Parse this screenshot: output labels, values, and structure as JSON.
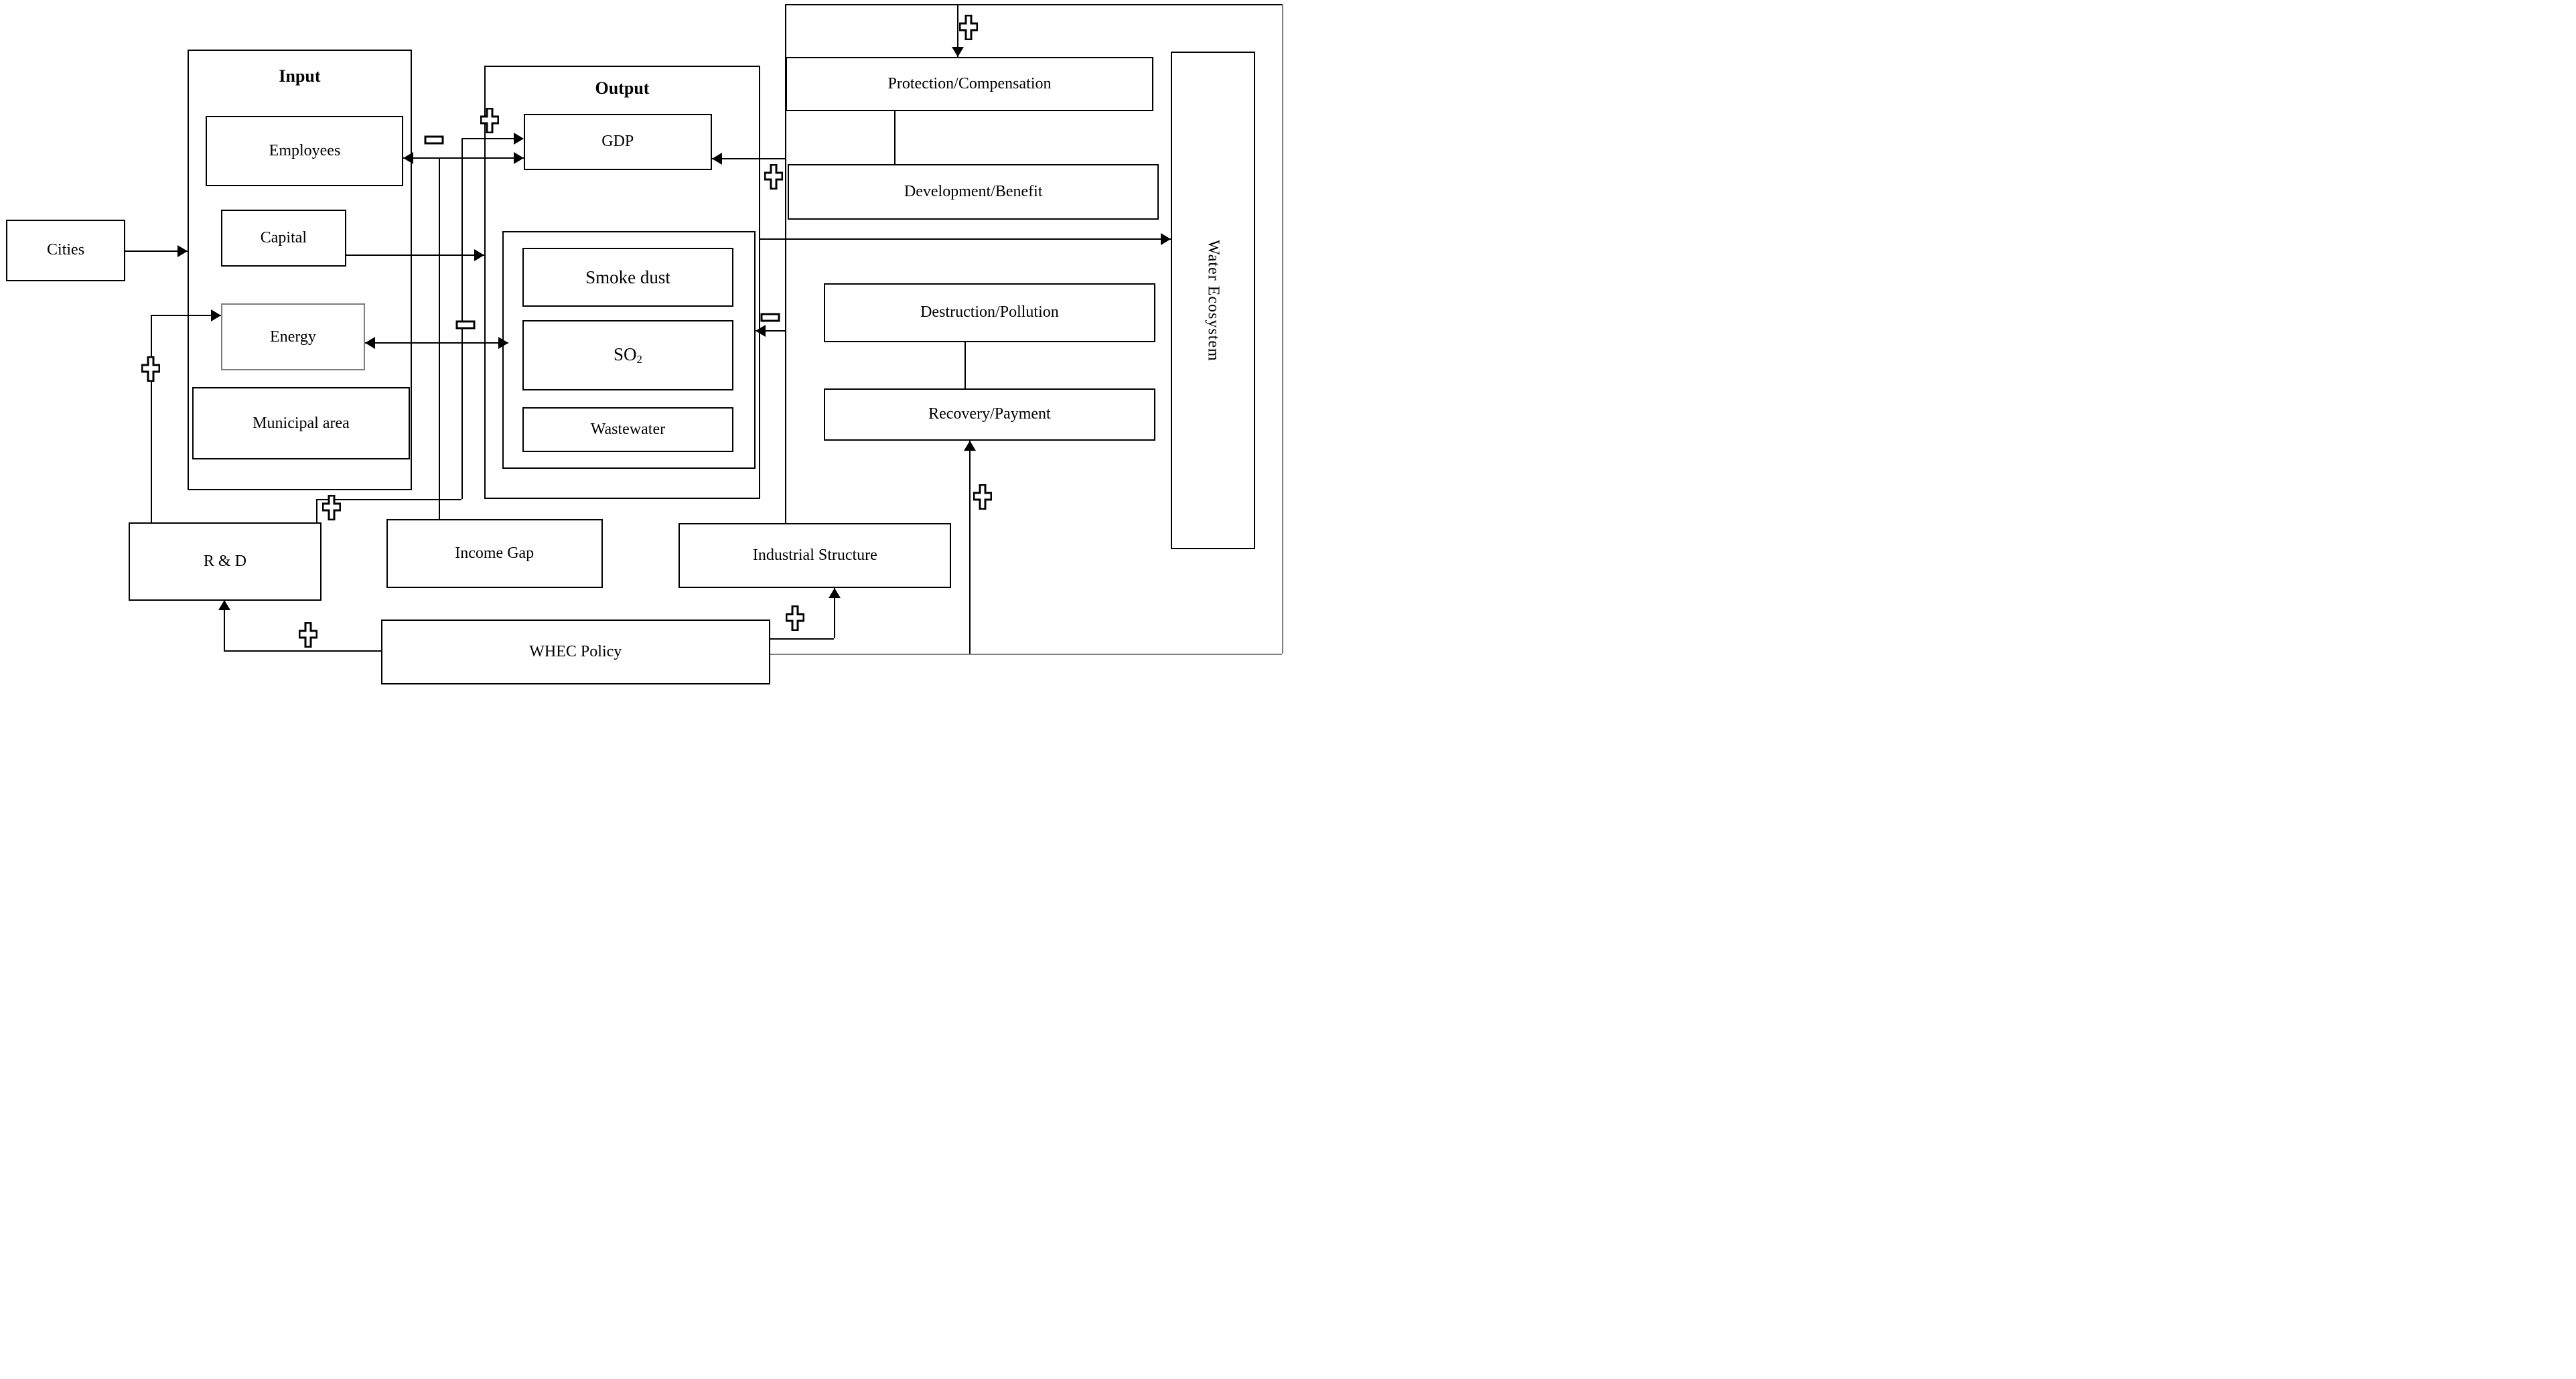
{
  "diagram_title": "WHEC Policy water ecosystem causal diagram",
  "nodes": {
    "cities": "Cities",
    "input_title": "Input",
    "employees": "Employees",
    "capital": "Capital",
    "energy": "Energy",
    "municipal": "Municipal area",
    "output_title": "Output",
    "gdp": "GDP",
    "smoke": "Smoke dust",
    "so2_base": "SO",
    "so2_sub": "2",
    "wastewater": "Wastewater",
    "protection": "Protection/Compensation",
    "development": "Development/Benefit",
    "destruction": "Destruction/Pollution",
    "recovery": "Recovery/Payment",
    "water_ecosystem": "Water Ecosystem",
    "rd": "R & D",
    "income_gap": "Income Gap",
    "industrial": "Industrial Structure",
    "whec": "WHEC Policy"
  },
  "signs": {
    "plus": "+",
    "minus": "−",
    "plus_count": 7,
    "minus_count": 3
  },
  "colors": {
    "line": "#000000",
    "feedback_loop_gray": "#7f7f7f",
    "box_border": "#000000",
    "energy_border": "#7d7d7d",
    "background": "#ffffff"
  },
  "edges": [
    {
      "from": "Cities",
      "to": "Input",
      "sign": ""
    },
    {
      "from": "Employees",
      "to": "GDP",
      "sign": "−",
      "bidirectional": true
    },
    {
      "from": "R & D",
      "to": "GDP",
      "sign": "+"
    },
    {
      "from": "Income Gap",
      "to": "Employees-GDP link",
      "sign": ""
    },
    {
      "from": "Capital",
      "to": "Output",
      "sign": ""
    },
    {
      "from": "Energy",
      "to": "Pollutants group",
      "sign": "−",
      "bidirectional": true
    },
    {
      "from": "R & D",
      "to": "Energy",
      "sign": "+"
    },
    {
      "from": "WHEC Policy",
      "to": "R & D",
      "sign": "+"
    },
    {
      "from": "WHEC Policy",
      "to": "Industrial Structure",
      "sign": "+"
    },
    {
      "from": "WHEC Policy loop",
      "to": "Protection/Compensation",
      "sign": "+"
    },
    {
      "from": "Industrial Structure trunk",
      "to": "GDP",
      "sign": "+"
    },
    {
      "from": "Industrial Structure trunk",
      "to": "SO2 outputs",
      "sign": "−"
    },
    {
      "from": "Output",
      "to": "Water Ecosystem",
      "sign": ""
    },
    {
      "from": "WHEC Policy",
      "to": "Recovery/Payment",
      "sign": "+"
    },
    {
      "from": "Protection/Compensation",
      "to": "Development/Benefit",
      "sign": ""
    },
    {
      "from": "Destruction/Pollution",
      "to": "Recovery/Payment",
      "sign": ""
    }
  ]
}
